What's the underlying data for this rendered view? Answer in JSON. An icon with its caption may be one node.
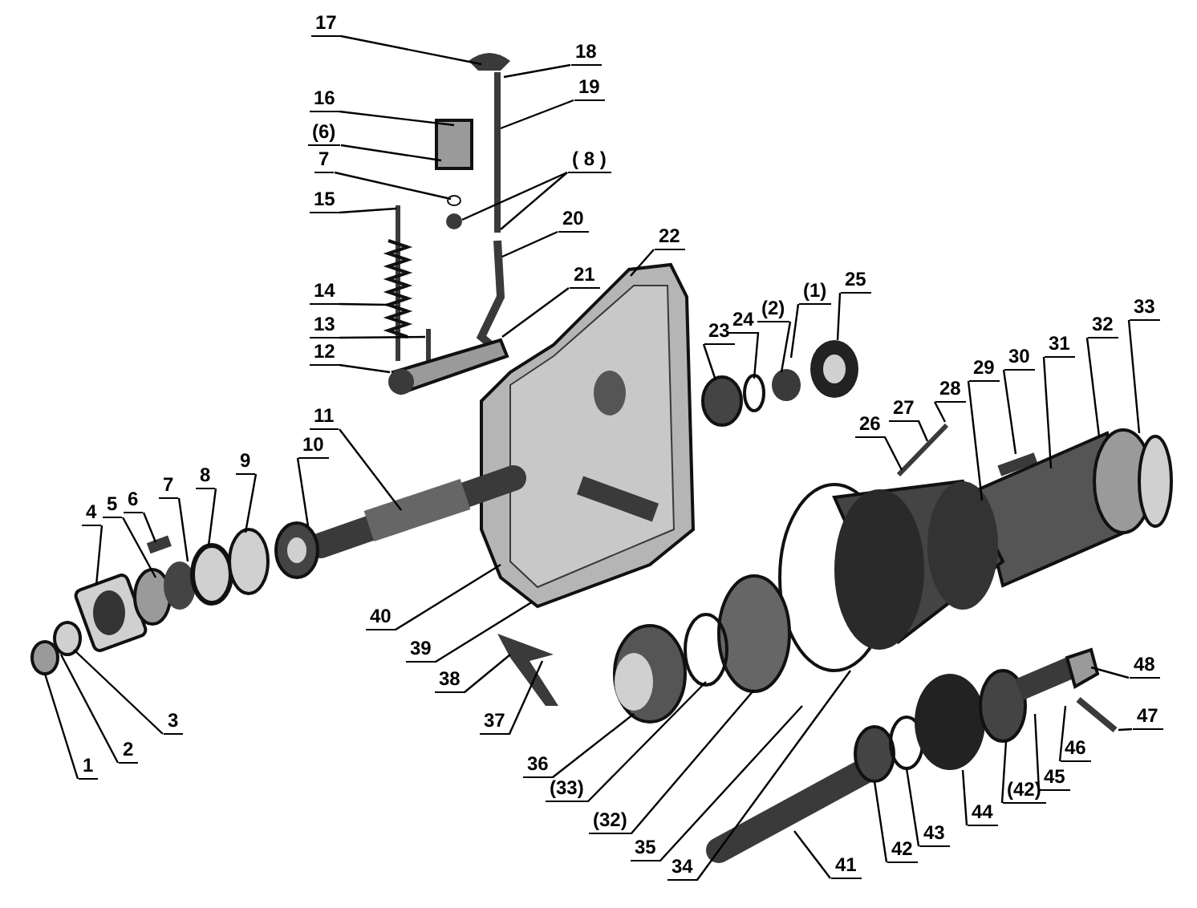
{
  "diagram": {
    "nodes": [
      {
        "text": [
          "17"
        ]
      },
      {
        "text": [
          "18"
        ]
      },
      {
        "text": [
          "16"
        ]
      },
      {
        "text": [
          "19"
        ]
      },
      {
        "text": [
          "(6)"
        ]
      },
      {
        "text": [
          "7"
        ]
      },
      {
        "text": [
          "( 8 )"
        ]
      },
      {
        "text": [
          "15"
        ]
      },
      {
        "text": [
          "20"
        ]
      },
      {
        "text": [
          "22"
        ]
      },
      {
        "text": [
          "21"
        ]
      },
      {
        "text": [
          "14"
        ]
      },
      {
        "text": [
          "13"
        ]
      },
      {
        "text": [
          "12"
        ]
      },
      {
        "text": [
          "25"
        ]
      },
      {
        "text": [
          "(1)"
        ]
      },
      {
        "text": [
          "(2)"
        ]
      },
      {
        "text": [
          "24"
        ]
      },
      {
        "text": [
          "23"
        ]
      },
      {
        "text": [
          "33"
        ]
      },
      {
        "text": [
          "32"
        ]
      },
      {
        "text": [
          "31"
        ]
      },
      {
        "text": [
          "30"
        ]
      },
      {
        "text": [
          "29"
        ]
      },
      {
        "text": [
          "28"
        ]
      },
      {
        "text": [
          "27"
        ]
      },
      {
        "text": [
          "26"
        ]
      },
      {
        "text": [
          "11"
        ]
      },
      {
        "text": [
          "10"
        ]
      },
      {
        "text": [
          "9"
        ]
      },
      {
        "text": [
          "8"
        ]
      },
      {
        "text": [
          "7"
        ]
      },
      {
        "text": [
          "6"
        ]
      },
      {
        "text": [
          "5"
        ]
      },
      {
        "text": [
          "4"
        ]
      },
      {
        "text": [
          "40"
        ]
      },
      {
        "text": [
          "39"
        ]
      },
      {
        "text": [
          "48"
        ]
      },
      {
        "text": [
          "38"
        ]
      },
      {
        "text": [
          "47"
        ]
      },
      {
        "text": [
          "37"
        ]
      },
      {
        "text": [
          "46"
        ]
      },
      {
        "text": [
          "3"
        ]
      },
      {
        "text": [
          "36"
        ]
      },
      {
        "text": [
          "45"
        ]
      },
      {
        "text": [
          "(42)"
        ]
      },
      {
        "text": [
          "2"
        ]
      },
      {
        "text": [
          "(33)"
        ]
      },
      {
        "text": [
          "44"
        ]
      },
      {
        "text": [
          "1"
        ]
      },
      {
        "text": [
          "(32)"
        ]
      },
      {
        "text": [
          "43"
        ]
      },
      {
        "text": [
          "42"
        ]
      },
      {
        "text": [
          "35"
        ]
      },
      {
        "text": [
          "41"
        ]
      },
      {
        "text": [
          "34"
        ]
      }
    ],
    "edges": [
      {
        "from": 0,
        "to": null,
        "arrow": "none"
      },
      {
        "from": 1,
        "to": null,
        "arrow": "none"
      },
      {
        "from": 2,
        "to": null,
        "arrow": "none"
      },
      {
        "from": 3,
        "to": null,
        "arrow": "none"
      },
      {
        "from": 4,
        "to": null,
        "arrow": "none"
      },
      {
        "from": 5,
        "to": null,
        "arrow": "none"
      },
      {
        "from": 6,
        "to": null,
        "arrow": "none"
      },
      {
        "from": 6,
        "to": null,
        "arrow": "none"
      },
      {
        "from": 7,
        "to": null,
        "arrow": "none"
      },
      {
        "from": 8,
        "to": null,
        "arrow": "none"
      },
      {
        "from": 9,
        "to": null,
        "arrow": "none"
      },
      {
        "from": 10,
        "to": null,
        "arrow": "none"
      },
      {
        "from": 11,
        "to": null,
        "arrow": "none"
      },
      {
        "from": 12,
        "to": null,
        "arrow": "none"
      },
      {
        "from": 13,
        "to": null,
        "arrow": "none"
      },
      {
        "from": 14,
        "to": null,
        "arrow": "none"
      },
      {
        "from": 15,
        "to": null,
        "arrow": "none"
      },
      {
        "from": 16,
        "to": null,
        "arrow": "none"
      },
      {
        "from": 17,
        "to": null,
        "arrow": "none"
      },
      {
        "from": 18,
        "to": null,
        "arrow": "none"
      },
      {
        "from": 19,
        "to": null,
        "arrow": "none"
      },
      {
        "from": 20,
        "to": null,
        "arrow": "none"
      },
      {
        "from": 21,
        "to": null,
        "arrow": "none"
      },
      {
        "from": 22,
        "to": null,
        "arrow": "none"
      },
      {
        "from": 23,
        "to": null,
        "arrow": "none"
      },
      {
        "from": 24,
        "to": null,
        "arrow": "none"
      },
      {
        "from": 25,
        "to": null,
        "arrow": "none"
      },
      {
        "from": 26,
        "to": null,
        "arrow": "none"
      },
      {
        "from": 27,
        "to": null,
        "arrow": "none"
      },
      {
        "from": 28,
        "to": null,
        "arrow": "none"
      },
      {
        "from": 29,
        "to": null,
        "arrow": "none"
      },
      {
        "from": 30,
        "to": null,
        "arrow": "none"
      },
      {
        "from": 31,
        "to": null,
        "arrow": "none"
      },
      {
        "from": 32,
        "to": null,
        "arrow": "none"
      },
      {
        "from": 33,
        "to": null,
        "arrow": "none"
      },
      {
        "from": 34,
        "to": null,
        "arrow": "none"
      },
      {
        "from": 35,
        "to": null,
        "arrow": "none"
      },
      {
        "from": 36,
        "to": null,
        "arrow": "none"
      },
      {
        "from": 37,
        "to": null,
        "arrow": "none"
      },
      {
        "from": 38,
        "to": null,
        "arrow": "none"
      },
      {
        "from": 39,
        "to": null,
        "arrow": "none"
      },
      {
        "from": 40,
        "to": null,
        "arrow": "none"
      },
      {
        "from": 41,
        "to": null,
        "arrow": "none"
      },
      {
        "from": 42,
        "to": null,
        "arrow": "none"
      },
      {
        "from": 43,
        "to": null,
        "arrow": "none"
      },
      {
        "from": 44,
        "to": null,
        "arrow": "none"
      },
      {
        "from": 45,
        "to": null,
        "arrow": "none"
      },
      {
        "from": 46,
        "to": null,
        "arrow": "none"
      },
      {
        "from": 47,
        "to": null,
        "arrow": "none"
      },
      {
        "from": 48,
        "to": null,
        "arrow": "none"
      },
      {
        "from": 49,
        "to": null,
        "arrow": "none"
      },
      {
        "from": 50,
        "to": null,
        "arrow": "none"
      },
      {
        "from": 51,
        "to": null,
        "arrow": "none"
      },
      {
        "from": 52,
        "to": null,
        "arrow": "none"
      },
      {
        "from": 53,
        "to": null,
        "arrow": "none"
      },
      {
        "from": 54,
        "to": null,
        "arrow": "none"
      },
      {
        "from": 55,
        "to": null,
        "arrow": "none"
      }
    ]
  }
}
